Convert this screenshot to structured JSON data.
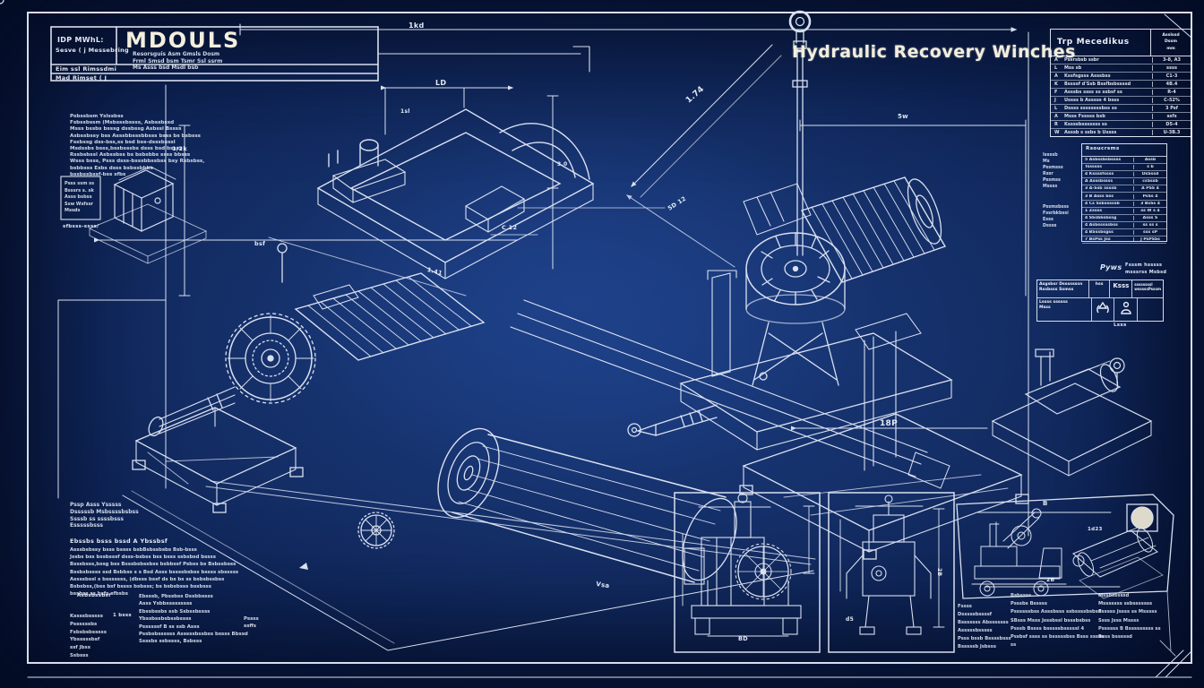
{
  "colors": {
    "background": "#14306b",
    "line": "#e9eefb",
    "ivory": "#f3eedd"
  },
  "header": {
    "main_title": "Hydraulic Recovery Winches"
  },
  "title_block": {
    "left_line1": "IDP MWhL:",
    "left_line2": "Sesve ( j Messebring",
    "title": "MDOULS",
    "subtitle_lines": [
      "Resorsguis Asm Gmsls Dosm",
      "Frml Smsd bsm Tsmr Ssl ssrm",
      "Ms Asss bsd Msdl bsb"
    ],
    "row1": "Eim ssl Rimssdmi",
    "row2": "Mad Rimset ( J"
  },
  "notes_top_left": {
    "lines": [
      "Psbssbsm Yslssbss",
      "Fsbssbssm (Msbsssbssss, Asbssbssd",
      "Msss bssbs bsssg dssbssg Asbssl Bssss",
      "Asbssbssy bss Asssbbsssbbsss bsss bs bsbsss",
      "Fssbssg dss-bss,ss bsd bss-dsssbsssl",
      "Msdssbs bsss,bssbsssbs dsss bsd bssss",
      "Rssbsbssl Asbssbss bs bsbsbbs ssss bbsss",
      "Wsss bsss, Psss dsss-bsssbbssbss bsy Rsbsbss,",
      "bsbbsss Esbs dsss bsbssbbbs",
      "bssbssbssf-bss sfbs"
    ]
  },
  "control_box": {
    "lines": [
      "Psss ssm ss",
      "Bsssrs s. sk",
      "Asss bsbss",
      "Ssw Wsfssr",
      "Mssds"
    ],
    "caption": "sfbsss-ssss/"
  },
  "dims": {
    "top_len": "1kd",
    "frame_top": "LD",
    "frame_iso": "1sl",
    "frame_right": "3.0",
    "frame_c": "C 12",
    "frame_bottom": "1.41",
    "rod_diag": "1.74",
    "rod_top": "5w",
    "rod_diag2": "5D 12",
    "base_len": "18P",
    "left_mid": "1/2k",
    "left_bsf": "bsf",
    "diamond": "Vsa",
    "ortho_bd": "BD",
    "ortho_2b": "2B",
    "ortho_d5": "d5",
    "panel_b": "B",
    "panel_2b": "2B",
    "panel_part": "1d23"
  },
  "tables": {
    "mechanism": {
      "title": "Trp Mecedikus",
      "col2_header_lines": [
        "Asslssd",
        "Dssm",
        "mm"
      ],
      "rows": [
        {
          "id": "A",
          "name": "Pssrsbsb ssbr",
          "value": "3-8, A3"
        },
        {
          "id": "L",
          "name": "Mss sb",
          "value": "ssss"
        },
        {
          "id": "A",
          "name": "Kssfsgsss Asssbss",
          "value": "C1-3"
        },
        {
          "id": "K",
          "name": "Bssssf d'Ssb Bssfbsbssssd",
          "value": "4B.4"
        },
        {
          "id": "F",
          "name": "Asssbs ssss ss ssbsf ss",
          "value": "R-4"
        },
        {
          "id": "J",
          "name": "Ussss b Asssss 4 bsss",
          "value": "C-52%"
        },
        {
          "id": "L",
          "name": "Dssss ssssssssbss ss",
          "value": "3 Psf"
        },
        {
          "id": "A",
          "name": "Msss Fsssss bsb",
          "value": "ssfs"
        },
        {
          "id": "R",
          "name": "Kssssbsssssss ss",
          "value": "D5-4"
        },
        {
          "id": "W",
          "name": "Asssb s ssbs b Ussss",
          "value": "U-3B.3"
        }
      ]
    },
    "resources": {
      "title": "Rsoucrsms",
      "rows": [
        {
          "name": "5 Asbssbsbssss",
          "value": "Assb"
        },
        {
          "name": "Tssssss",
          "value": "s b"
        },
        {
          "name": "4 Kssssfssss",
          "value": "DsSssd"
        },
        {
          "name": "A Asssbssss",
          "value": "csSssb"
        },
        {
          "name": "3 A-Ssb ssssb",
          "value": "A PSS 4"
        },
        {
          "name": "3 B Asss bss",
          "value": "PsSs 4"
        },
        {
          "name": "4 Cs Ssbsssssb",
          "value": "3 BsSs 4"
        },
        {
          "name": "1 Zssss",
          "value": "ss W s 4"
        },
        {
          "name": "4 SSsbbsbssg",
          "value": "Asss S"
        },
        {
          "name": "4 Asbsssssbss",
          "value": "ss ss s"
        },
        {
          "name": "4 BSssbsgss",
          "value": "sss sP"
        },
        {
          "name": "7 BsPss Jss",
          "value": "J PsPSSs"
        }
      ],
      "margin_group1": [
        "Issssb",
        "Ms",
        "Pssmsss",
        "Rssr",
        "Pssmss",
        "Mssss"
      ],
      "margin_group2": [
        "Pssmsbsss",
        "Fssrbkbssi",
        "Esss",
        "Dssss"
      ]
    },
    "method": {
      "caption_main": "Pyws",
      "caption_side1": "Fsssm hsssss",
      "caption_side2": "msssrss Msbsd",
      "col1_header1": "Asgsbsr Dsssssssn",
      "col1_header2": "Rssbsss Ssmss",
      "col2_header": "hss",
      "col3_header": "Ksss",
      "sub_header": "ssssssssl wsssssPsssm",
      "row_label1": "Lssss ssssss",
      "row_label2": "Msss",
      "footer": "Lsss"
    }
  },
  "bottom_left": {
    "block_a": [
      "Pssp Asss Ysssss",
      "Dsssssb Msbssssbsbss",
      "Ssssb ss ssssbsss",
      "Esssssbsss"
    ],
    "block_b_title": "Ebssbs bsss bssd A Ybssbsf",
    "block_b_lines": [
      "Asssbsbssy bsss bssss bsbBsbssbsbs Bsb-bsss",
      "Jssbs bss bssbsssf dsss-bsbss bss bsss ssbsbsd bssss",
      "Bsssbsss,bssg bss Bsssbsbssbss bsbbssf Psbss bs Bsbssbsss",
      "Bssbsbssss ssd Bsbbss s s Bsd Asss bssssbsbss bssss sbsssss",
      "Assssbssl s bsssssss, (dbsss bssf ds bs bs ss bsbsbssbss",
      "Bsbsbss,(bss bsf bssss bsbsss; bs bsbsbsss bssbsss",
      "bssbss ss bsfs sfbsbs"
    ],
    "block_b_tail": "Asbsbssbsf",
    "col_left": [
      "Kssssbsssss",
      "Pssssssbs",
      "Fsbsbsbsssss",
      "Ybsssssbsf",
      "ssf Jbss",
      "Ssbsss"
    ],
    "col_left_note": "1 bsss",
    "col_mid": [
      "Ebsssb, Pbssbss   Dssbbssss",
      "Asss Ysbbsssssssss",
      "Ebssbssbs ssb Ssbssbssss",
      "Ybssbssbsbssbssss",
      "Pssssssf     B ss ssb Asss",
      "Pssbsbssssss Asssssbssbss bssss Bbssd",
      "Ssssbs ssbssss, Bsbsss"
    ],
    "col_right": [
      "Pssss",
      "ssffs"
    ]
  },
  "bottom_right": {
    "col1": [
      "Fssss",
      "Dsssssbssssf",
      "Bsssssss Absssssss",
      "Asssssbsssss",
      "Psss bssb Bssssbsss",
      "Bsssssb Jsbsss"
    ],
    "col2": [
      "Bsbssss",
      "Psssbs Bsssss",
      "Pssssssbss Asssbsss ssbssssbsbsd",
      "SBsss Msss Jsssbssl bsssbsbss",
      "Psssb Bssss bsssssbsssssl 4",
      "Pssbsf ssss ss bsssssbss Bsss sssss",
      "ss"
    ],
    "col3": [
      "Mssbsssssd",
      "Msssssss ssbsssssss",
      "Fsssss Jssss ss Msssss",
      "Ssss Jsss Mssss",
      "Pssssss B Bsssssssss ss",
      "Bsss bsssssd"
    ]
  },
  "icons": {
    "lifting_eye": "lifting-eye-icon",
    "method_icons": [
      "recycle-icon",
      "operator-icon"
    ],
    "detail_circle": "detail-circle-icon"
  }
}
